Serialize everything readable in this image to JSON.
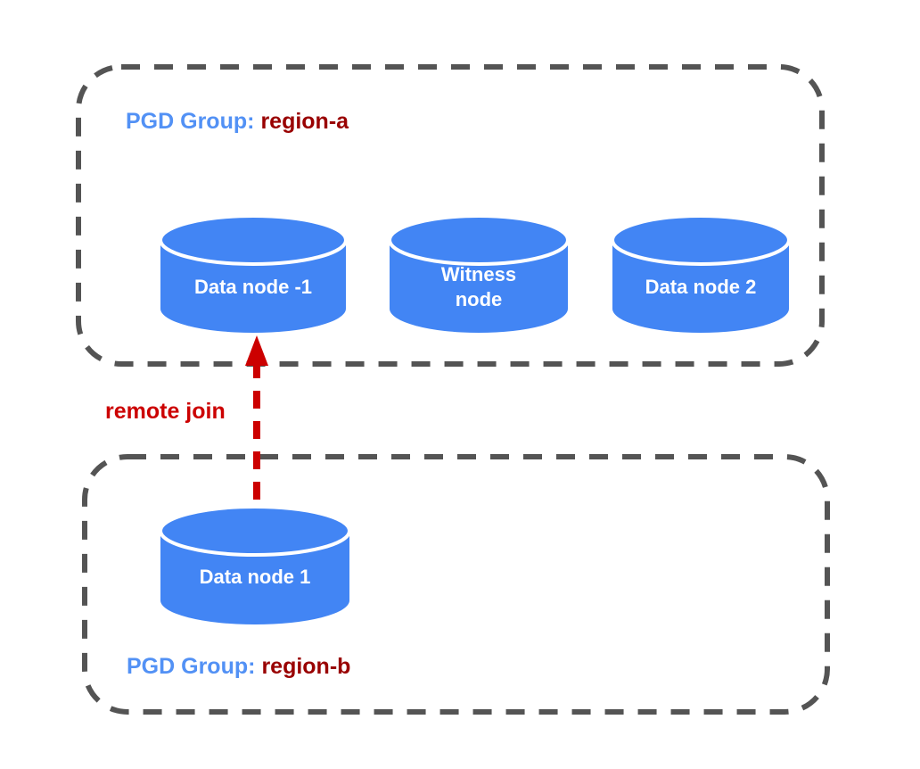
{
  "diagram": {
    "groups": [
      {
        "label_prefix": "PGD Group:",
        "name": "region-a",
        "nodes": [
          {
            "label": "Data node -1",
            "type": "data"
          },
          {
            "label": "Witness node",
            "type": "witness"
          },
          {
            "label": "Data node 2",
            "type": "data"
          }
        ]
      },
      {
        "label_prefix": "PGD Group:",
        "name": "region-b",
        "nodes": [
          {
            "label": "Data node 1",
            "type": "data"
          }
        ]
      }
    ],
    "arrow": {
      "label": "remote join",
      "from": "Data node 1",
      "to": "Data node -1"
    },
    "colors": {
      "node_fill": "#4285F4",
      "group_label_blue": "#5291F5",
      "region_name_red": "#990000",
      "arrow_red": "#CC0000",
      "border_gray": "#545454"
    }
  }
}
